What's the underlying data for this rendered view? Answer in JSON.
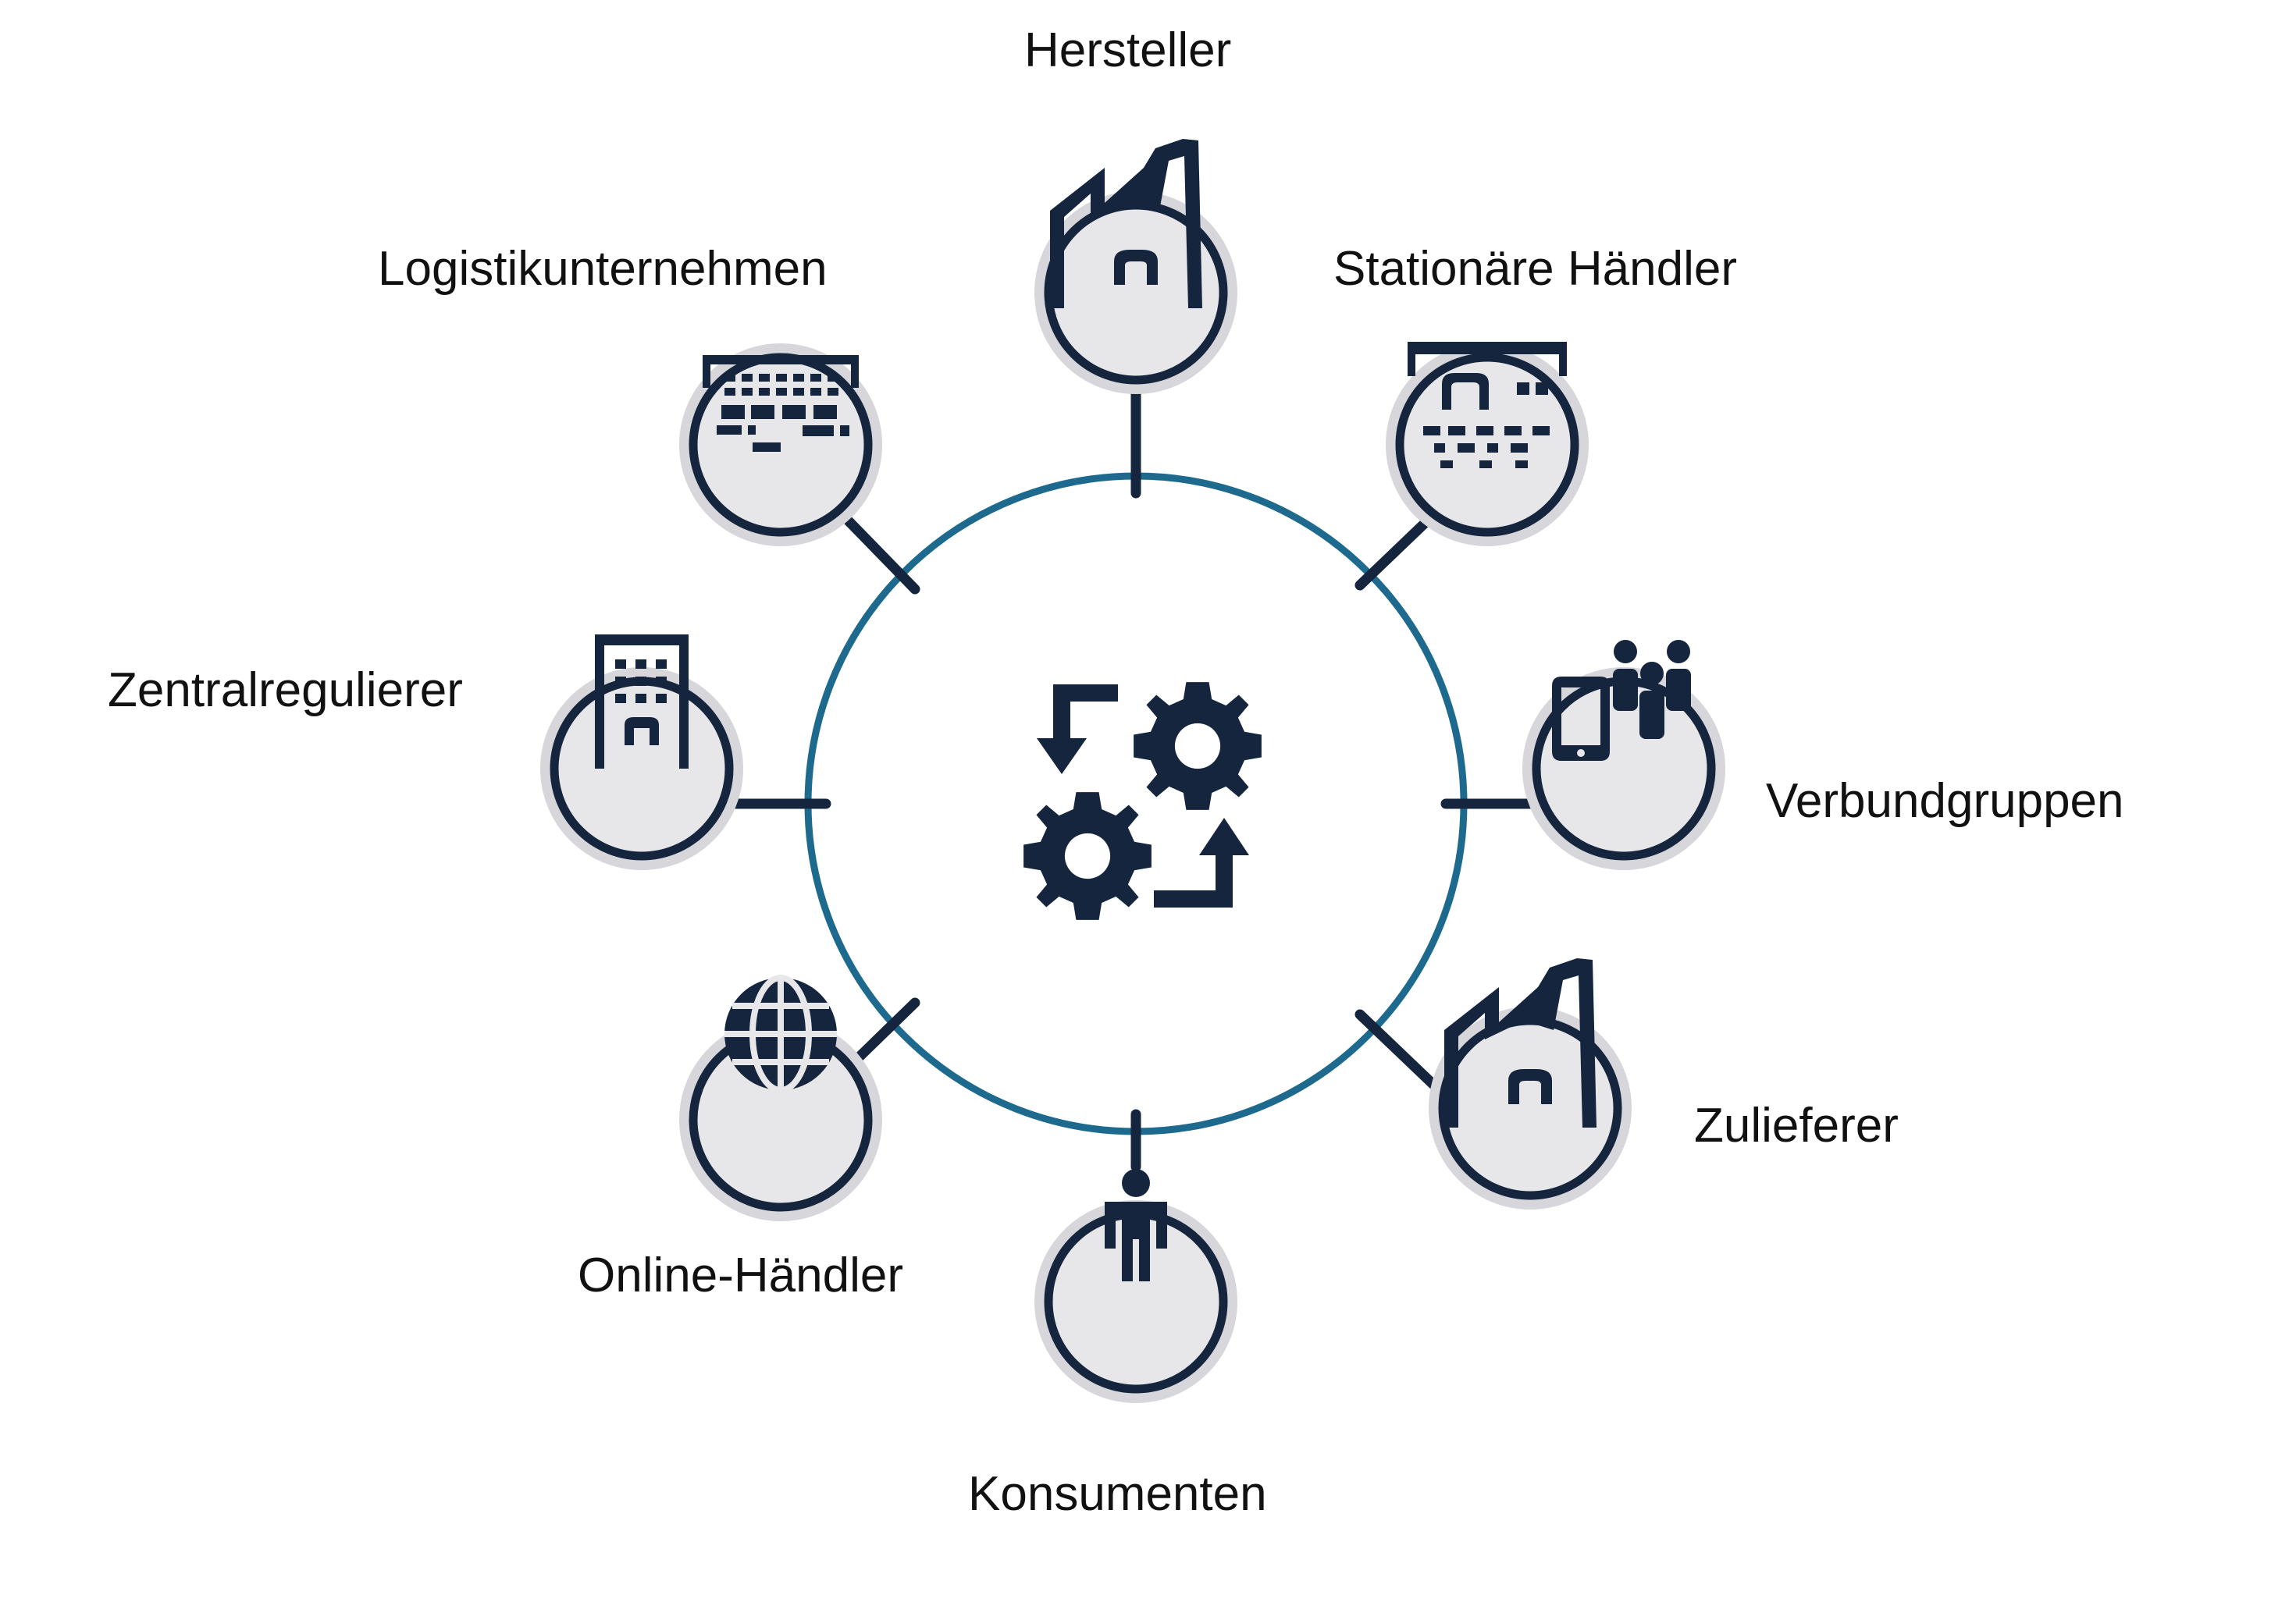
{
  "colors": {
    "navy": "#14253d",
    "ring": "#1e6a8e",
    "node_fill": "#e7e7ea",
    "node_halo": "#d6d6db"
  },
  "hub": {
    "icon": "gears-cycle-icon"
  },
  "nodes": [
    {
      "key": "hersteller",
      "label": "Hersteller",
      "icon": "factory-icon"
    },
    {
      "key": "stationaere-haendler",
      "label": "Stationäre Händler",
      "icon": "storefront-icon"
    },
    {
      "key": "verbundgruppen",
      "label": "Verbundgruppen",
      "icon": "people-phone-icon"
    },
    {
      "key": "zulieferer",
      "label": "Zulieferer",
      "icon": "factory-icon"
    },
    {
      "key": "konsumenten",
      "label": "Konsumenten",
      "icon": "person-icon"
    },
    {
      "key": "online-haendler",
      "label": "Online-Händler",
      "icon": "globe-icon"
    },
    {
      "key": "zentralregulierer",
      "label": "Zentralregulierer",
      "icon": "office-building-icon"
    },
    {
      "key": "logistikunternehmen",
      "label": "Logistikunternehmen",
      "icon": "warehouse-icon"
    }
  ]
}
